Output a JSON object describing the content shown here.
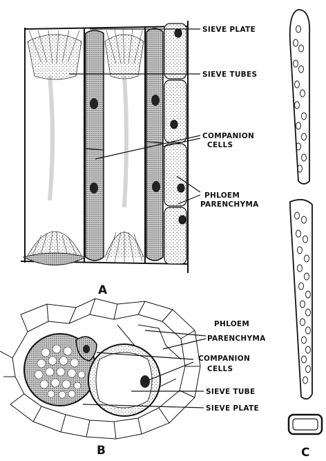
{
  "panel_a": {
    "letter": "A",
    "labels": {
      "sieve_plate": "SIEVE PLATE",
      "sieve_tubes": "SIEVE TUBES",
      "companion_cells_line1": "COMPANION",
      "companion_cells_line2": "CELLS",
      "phloem_parenchyma_line1": "PHLOEM",
      "phloem_parenchyma_line2": "PARENCHYMA"
    }
  },
  "panel_b": {
    "letter": "B",
    "labels": {
      "phloem_parenchyma_line1": "PHLOEM",
      "phloem_parenchyma_line2": "PARENCHYMA",
      "companion_cells_line1": "COMPANION",
      "companion_cells_line2": "CELLS",
      "sieve_tube": "SIEVE TUBE",
      "sieve_plate": "SIEVE PLATE"
    }
  },
  "panel_c": {
    "letter": "C"
  }
}
